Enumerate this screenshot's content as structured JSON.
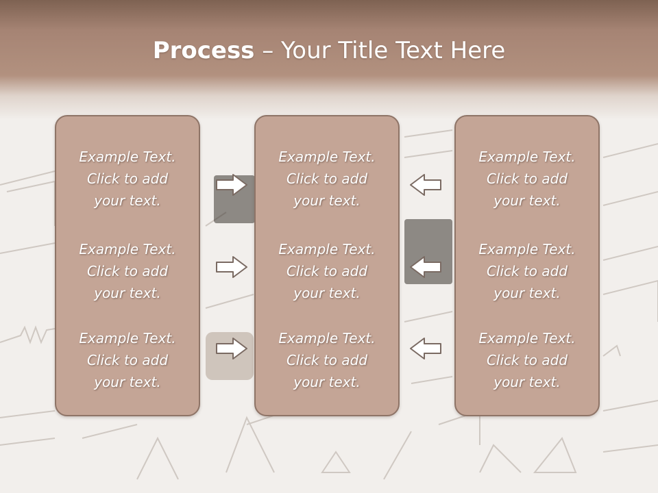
{
  "slide": {
    "title_bold": "Process",
    "title_rest": " – Your Title Text Here",
    "accent_color": "#c4a596",
    "border_color": "#8e7467",
    "header_color": "#a68474"
  },
  "columns": [
    {
      "name": "left",
      "items": [
        "Example Text.\nClick  to add\nyour text.",
        "Example Text.\nClick  to add\nyour text.",
        "Example Text.\nClick  to add\nyour text."
      ]
    },
    {
      "name": "center",
      "items": [
        "Example Text.\nClick  to add\nyour text.",
        "Example Text.\nClick  to add\nyour text.",
        "Example Text.\nClick  to add\nyour text."
      ]
    },
    {
      "name": "right",
      "items": [
        "Example Text.\nClick  to add\nyour text.",
        "Example Text.\nClick  to add\nyour text.",
        "Example Text.\nClick  to add\nyour text."
      ]
    }
  ],
  "arrows": {
    "left_to_center": [
      "arrow-right-icon",
      "arrow-right-icon",
      "arrow-right-icon"
    ],
    "right_to_center": [
      "arrow-left-icon",
      "arrow-left-icon",
      "arrow-left-icon"
    ]
  }
}
